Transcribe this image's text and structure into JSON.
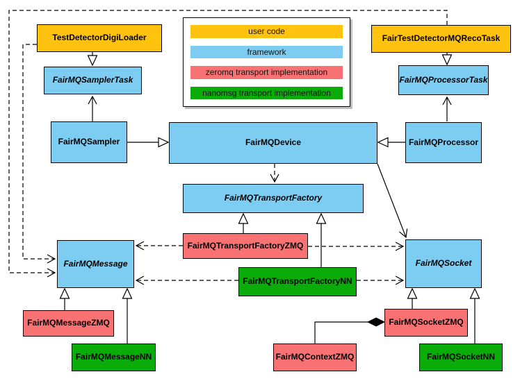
{
  "colors": {
    "user_code": "#FFC20E",
    "framework": "#7DCDF2",
    "zeromq": "#F97273",
    "nanomsg": "#0AAC0A"
  },
  "legend": {
    "items": [
      {
        "id": "user-code",
        "label": "user code",
        "color": "#FFC20E"
      },
      {
        "id": "framework",
        "label": "framework",
        "color": "#7DCDF2"
      },
      {
        "id": "zeromq",
        "label": "zeromq transport implementation",
        "color": "#F97273"
      },
      {
        "id": "nanomsg",
        "label": "nanomsg transport implementation",
        "color": "#0AAC0A"
      }
    ]
  },
  "nodes": {
    "digiloader": {
      "label": "TestDetectorDigiLoader",
      "category": "user code",
      "abstract": false
    },
    "recotask": {
      "label": "FairTestDetectorMQRecoTask",
      "category": "user code",
      "abstract": false
    },
    "samplertask": {
      "label": "FairMQSamplerTask",
      "category": "framework",
      "abstract": true
    },
    "processortask": {
      "label": "FairMQProcessorTask",
      "category": "framework",
      "abstract": true
    },
    "sampler": {
      "label": "FairMQSampler",
      "category": "framework",
      "abstract": false
    },
    "device": {
      "label": "FairMQDevice",
      "category": "framework",
      "abstract": false
    },
    "processor": {
      "label": "FairMQProcessor",
      "category": "framework",
      "abstract": false
    },
    "transportfactory": {
      "label": "FairMQTransportFactory",
      "category": "framework",
      "abstract": true
    },
    "factoryzmq": {
      "label": "FairMQTransportFactoryZMQ",
      "category": "zeromq transport implementation",
      "abstract": false
    },
    "factorynn": {
      "label": "FairMQTransportFactoryNN",
      "category": "nanomsg transport implementation",
      "abstract": false
    },
    "message": {
      "label": "FairMQMessage",
      "category": "framework",
      "abstract": true
    },
    "socket": {
      "label": "FairMQSocket",
      "category": "framework",
      "abstract": true
    },
    "messagezmq": {
      "label": "FairMQMessageZMQ",
      "category": "zeromq transport implementation",
      "abstract": false
    },
    "messagenn": {
      "label": "FairMQMessageNN",
      "category": "nanomsg transport implementation",
      "abstract": false
    },
    "contextzmq": {
      "label": "FairMQContextZMQ",
      "category": "zeromq transport implementation",
      "abstract": false
    },
    "socketzmq": {
      "label": "FairMQSocketZMQ",
      "category": "zeromq transport implementation",
      "abstract": false
    },
    "socketnn": {
      "label": "FairMQSocketNN",
      "category": "nanomsg transport implementation",
      "abstract": false
    }
  },
  "relationships": [
    {
      "from": "TestDetectorDigiLoader",
      "to": "FairMQSamplerTask",
      "type": "inheritance"
    },
    {
      "from": "FairTestDetectorMQRecoTask",
      "to": "FairMQProcessorTask",
      "type": "inheritance"
    },
    {
      "from": "FairMQSampler",
      "to": "FairMQDevice",
      "type": "inheritance"
    },
    {
      "from": "FairMQProcessor",
      "to": "FairMQDevice",
      "type": "inheritance"
    },
    {
      "from": "FairMQSampler",
      "to": "FairMQSamplerTask",
      "type": "association"
    },
    {
      "from": "FairMQProcessor",
      "to": "FairMQProcessorTask",
      "type": "association"
    },
    {
      "from": "FairMQDevice",
      "to": "FairMQTransportFactory",
      "type": "dependency"
    },
    {
      "from": "FairMQDevice",
      "to": "FairMQSocket",
      "type": "association"
    },
    {
      "from": "FairMQTransportFactoryZMQ",
      "to": "FairMQTransportFactory",
      "type": "inheritance"
    },
    {
      "from": "FairMQTransportFactoryNN",
      "to": "FairMQTransportFactory",
      "type": "inheritance"
    },
    {
      "from": "FairMQTransportFactoryZMQ",
      "to": "FairMQMessage",
      "type": "dependency"
    },
    {
      "from": "FairMQTransportFactoryZMQ",
      "to": "FairMQSocket",
      "type": "dependency"
    },
    {
      "from": "FairMQTransportFactoryNN",
      "to": "FairMQMessage",
      "type": "dependency"
    },
    {
      "from": "FairMQTransportFactoryNN",
      "to": "FairMQSocket",
      "type": "dependency"
    },
    {
      "from": "TestDetectorDigiLoader",
      "to": "FairMQMessage",
      "type": "dependency"
    },
    {
      "from": "FairTestDetectorMQRecoTask",
      "to": "FairMQMessage",
      "type": "dependency"
    },
    {
      "from": "FairMQMessageZMQ",
      "to": "FairMQMessage",
      "type": "inheritance"
    },
    {
      "from": "FairMQMessageNN",
      "to": "FairMQMessage",
      "type": "inheritance"
    },
    {
      "from": "FairMQSocketZMQ",
      "to": "FairMQSocket",
      "type": "inheritance"
    },
    {
      "from": "FairMQSocketNN",
      "to": "FairMQSocket",
      "type": "inheritance"
    },
    {
      "from": "FairMQSocketZMQ",
      "to": "FairMQContextZMQ",
      "type": "composition"
    }
  ]
}
